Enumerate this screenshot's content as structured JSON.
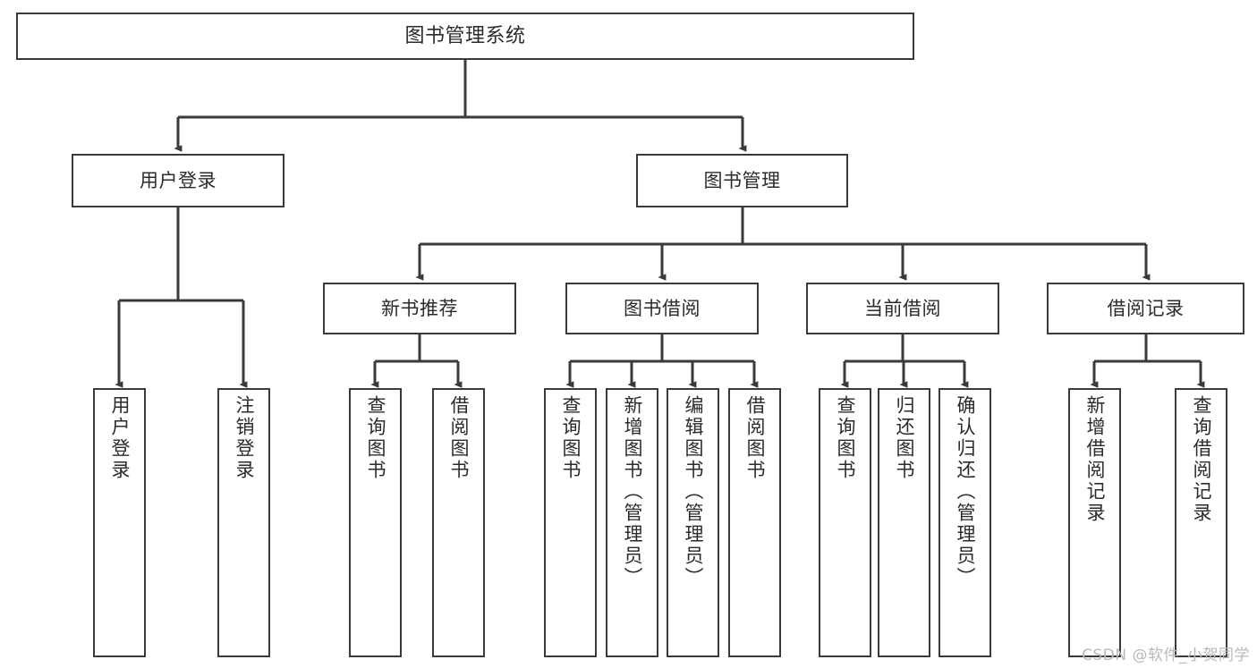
{
  "diagram": {
    "type": "tree-hierarchy",
    "title": "图书管理系统",
    "watermark": "CSDN @软件_小贺同学",
    "colors": {
      "stroke": "#3a3a3a",
      "fill": "#ffffff",
      "text": "#2b2b2b",
      "watermark": "#b9b9b9"
    },
    "levels": {
      "root": {
        "label": "图书管理系统"
      },
      "level2": [
        {
          "label": "用户登录"
        },
        {
          "label": "图书管理"
        }
      ],
      "level3": [
        {
          "label": "新书推荐"
        },
        {
          "label": "图书借阅"
        },
        {
          "label": "当前借阅"
        },
        {
          "label": "借阅记录"
        }
      ]
    },
    "nodes": {
      "root": "图书管理系统",
      "user_login": "用户登录",
      "book_manage": "图书管理",
      "new_book_rec": "新书推荐",
      "book_borrow": "图书借阅",
      "current_borrow": "当前借阅",
      "borrow_record": "借阅记录",
      "leaf_user_login": "用户登录",
      "leaf_user_logout": "注销登录",
      "leaf_query_book_1": "查询图书",
      "leaf_borrow_book_1": "借阅图书",
      "leaf_query_book_2": "查询图书",
      "leaf_add_book_admin": "新增图书（管理员）",
      "leaf_edit_book_admin": "编辑图书（管理员）",
      "leaf_borrow_book_2": "借阅图书",
      "leaf_query_book_3": "查询图书",
      "leaf_return_book": "归还图书",
      "leaf_confirm_return_admin": "确认归还（管理员）",
      "leaf_add_record": "新增借阅记录",
      "leaf_query_record": "查询借阅记录"
    }
  }
}
